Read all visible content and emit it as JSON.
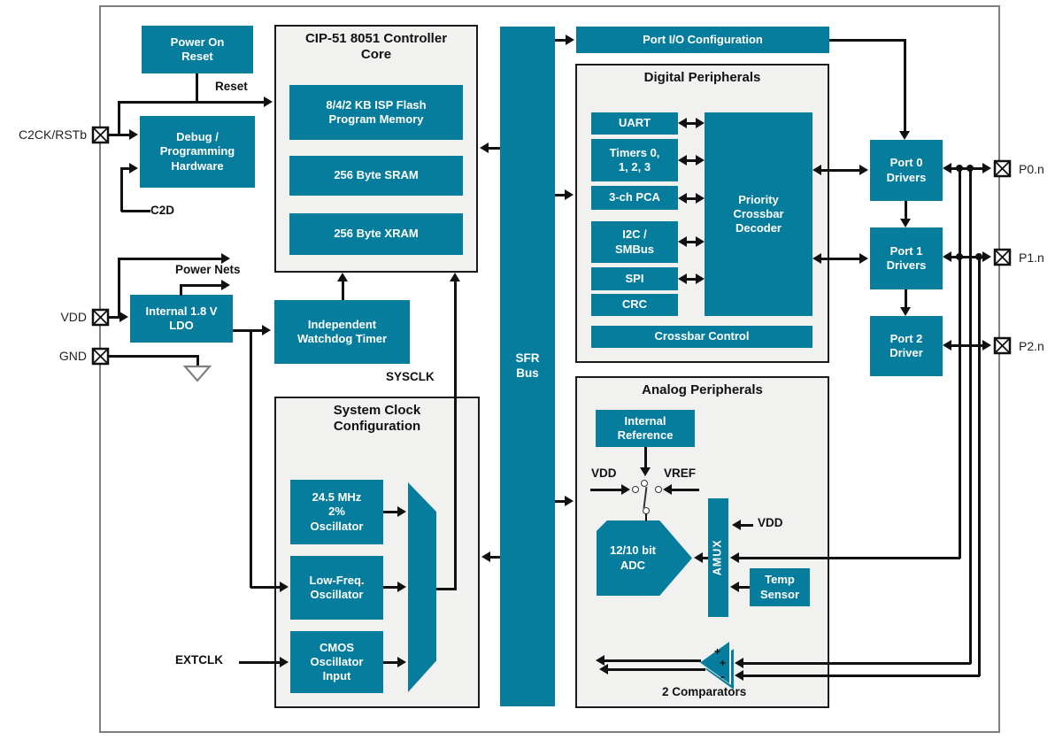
{
  "colors": {
    "accent": "#077D9E",
    "panel_bg": "#F1F1F0",
    "panel_border": "#1A1A1A",
    "wire": "#111111",
    "chip_border": "#7F7F7F"
  },
  "groups": {
    "core": {
      "title": "CIP-51 8051 Controller\nCore"
    },
    "digital": {
      "title": "Digital Peripherals"
    },
    "analog": {
      "title": "Analog Peripherals"
    },
    "sysclk": {
      "title": "System Clock\nConfiguration"
    }
  },
  "blocks": {
    "por": "Power On\nReset",
    "debug": "Debug /\nProgramming\nHardware",
    "ldo": "Internal 1.8 V\nLDO",
    "wdt": "Independent\nWatchdog Timer",
    "sfr_bus": "SFR\nBus",
    "port_io": "Port I/O Configuration",
    "flash": "8/4/2 KB ISP Flash\nProgram Memory",
    "sram": "256 Byte SRAM",
    "xram": "256 Byte XRAM",
    "uart": "UART",
    "timers": "Timers 0,\n1, 2, 3",
    "pca": "3-ch PCA",
    "i2c": "I2C /\nSMBus",
    "spi": "SPI",
    "crc": "CRC",
    "decoder": "Priority\nCrossbar\nDecoder",
    "xbar_control": "Crossbar Control",
    "port0": "Port 0\nDrivers",
    "port1": "Port 1\nDrivers",
    "port2": "Port 2\nDriver",
    "intref": "Internal\nReference",
    "adc": "12/10 bit\nADC",
    "amux": "AMUX",
    "temp": "Temp\nSensor",
    "osc245": "24.5 MHz\n2%\nOscillator",
    "lfosc": "Low-Freq.\nOscillator",
    "cmos": "CMOS\nOscillator\nInput"
  },
  "labels": {
    "reset": "Reset",
    "c2d": "C2D",
    "power_nets": "Power Nets",
    "sysclk": "SYSCLK",
    "extclk": "EXTCLK",
    "vdd_switch": "VDD",
    "vref_switch": "VREF",
    "vdd_amux": "VDD",
    "comparators": "2 Comparators",
    "comp_plus_a": "+",
    "comp_plus_b": "+",
    "comp_minus": "-"
  },
  "pins": {
    "c2ck": "C2CK/RSTb",
    "vdd": "VDD",
    "gnd": "GND",
    "p0": "P0.n",
    "p1": "P1.n",
    "p2": "P2.n"
  }
}
